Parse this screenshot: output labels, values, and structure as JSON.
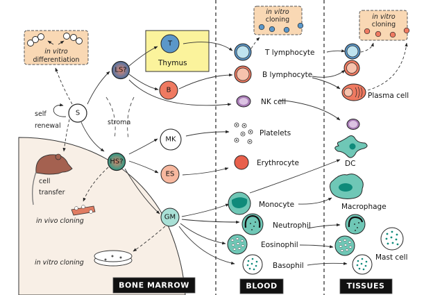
{
  "diagram": {
    "title": "Hematopoietic cell lineages",
    "regions": [
      {
        "id": "bone-marrow",
        "label": "BONE MARROW"
      },
      {
        "id": "blood",
        "label": "BLOOD"
      },
      {
        "id": "tissues",
        "label": "TISSUES"
      }
    ],
    "stem": {
      "S": "S",
      "self_renewal_1": "self",
      "self_renewal_2": "renewal",
      "LS": "LS?",
      "HS": "HS?",
      "stroma": "stroma"
    },
    "progenitors": {
      "T": "T",
      "thymus": "Thymus",
      "B": "B",
      "MK": "MK",
      "ES": "ES",
      "GM": "GM"
    },
    "blood_cells": {
      "t_lymphocyte": "T lymphocyte",
      "b_lymphocyte": "B lymphocyte",
      "nk_cell": "NK cell",
      "platelets": "Platelets",
      "erythrocyte": "Erythrocyte",
      "monocyte": "Monocyte",
      "neutrophil": "Neutrophil",
      "eosinophil": "Eosinophil",
      "basophil": "Basophil"
    },
    "tissue_cells": {
      "plasma_cell": "Plasma cell",
      "dc": "DC",
      "macrophage": "Macrophage",
      "mast_cell": "Mast cell"
    },
    "assays": {
      "in_vitro_diff_1": "in vitro",
      "in_vitro_diff_2": "differentiation",
      "cell_transfer_1": "cell",
      "cell_transfer_2": "transfer",
      "in_vivo_cloning": "in vivo cloning",
      "in_vitro_cloning": "in vitro cloning",
      "blood_cloning_1": "in vitro",
      "blood_cloning_2": "cloning",
      "tissue_cloning_1": "in vitro",
      "tissue_cloning_2": "cloning"
    },
    "colors": {
      "marrow_bg": "#f8efe6",
      "assay_box": "#f9d8b4",
      "thymus_box": "#fbf39c",
      "t_blue": "#5b97c9",
      "t_light": "#bfe3ef",
      "b_red": "#ef7a61",
      "b_light": "#f7c2ad",
      "nk_purple": "#a77bb5",
      "nk_light": "#dcc3e3",
      "myeloid_teal": "#6fc7b6",
      "teal_dark": "#0f8a7a",
      "erythro_red": "#e8604c",
      "region_label_bg": "#111111"
    }
  }
}
